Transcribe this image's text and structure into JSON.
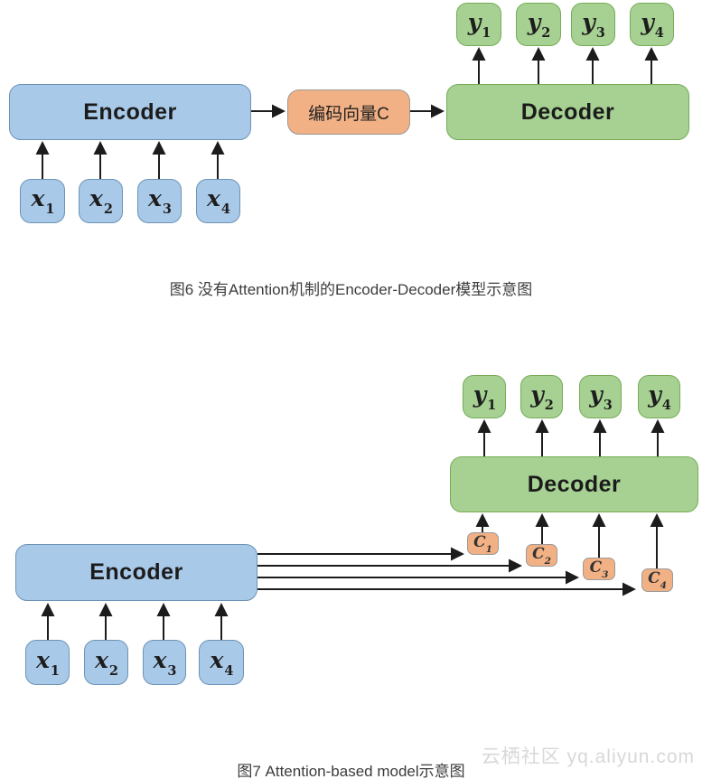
{
  "watermark": "云栖社区 yq.aliyun.com",
  "colors": {
    "box_blue": "#a9c9e9",
    "box_blue_border": "#6c93b6",
    "box_green": "#a6d192",
    "box_green_border": "#76ac58",
    "box_orange": "#f2b184",
    "box_orange_border": "#9a9a9a",
    "arrow": "#1c1c1c",
    "caption": "#3c3c3c",
    "watermark_color": "#d8d8d8"
  },
  "figure6": {
    "encoder_label": "Encoder",
    "decoder_label": "Decoder",
    "context_label": "编码向量C",
    "inputs": [
      {
        "base": "x",
        "sub": "1"
      },
      {
        "base": "x",
        "sub": "2"
      },
      {
        "base": "x",
        "sub": "3"
      },
      {
        "base": "x",
        "sub": "4"
      }
    ],
    "outputs": [
      {
        "base": "y",
        "sub": "1"
      },
      {
        "base": "y",
        "sub": "2"
      },
      {
        "base": "y",
        "sub": "3"
      },
      {
        "base": "y",
        "sub": "4"
      }
    ],
    "caption": "图6 没有Attention机制的Encoder-Decoder模型示意图"
  },
  "figure7": {
    "encoder_label": "Encoder",
    "decoder_label": "Decoder",
    "contexts": [
      {
        "base": "C",
        "sub": "1"
      },
      {
        "base": "C",
        "sub": "2"
      },
      {
        "base": "C",
        "sub": "3"
      },
      {
        "base": "C",
        "sub": "4"
      }
    ],
    "inputs": [
      {
        "base": "x",
        "sub": "1"
      },
      {
        "base": "x",
        "sub": "2"
      },
      {
        "base": "x",
        "sub": "3"
      },
      {
        "base": "x",
        "sub": "4"
      }
    ],
    "outputs": [
      {
        "base": "y",
        "sub": "1"
      },
      {
        "base": "y",
        "sub": "2"
      },
      {
        "base": "y",
        "sub": "3"
      },
      {
        "base": "y",
        "sub": "4"
      }
    ],
    "caption": "图7 Attention-based model示意图"
  }
}
